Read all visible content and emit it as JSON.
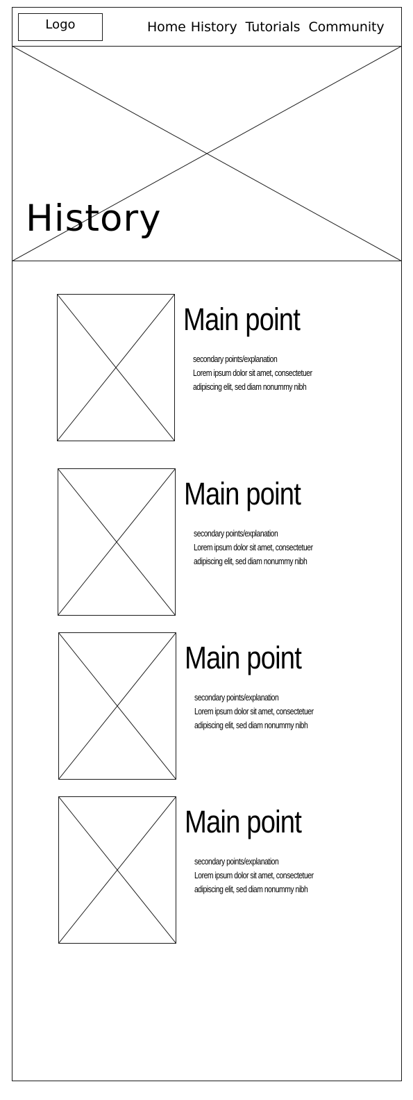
{
  "header": {
    "logo_label": "Logo",
    "nav": [
      {
        "label": "Home"
      },
      {
        "label": "History"
      },
      {
        "label": "Tutorials"
      },
      {
        "label": "Community"
      }
    ]
  },
  "hero": {
    "title": "History"
  },
  "points": [
    {
      "title": "Main point",
      "subtitle": "secondary points/explanation",
      "lines": [
        "Lorem ipsum dolor sit amet, consectetuer",
        "adipiscing elit, sed diam nonummy nibh"
      ]
    },
    {
      "title": "Main point",
      "subtitle": "secondary points/explanation",
      "lines": [
        "Lorem ipsum dolor sit amet, consectetuer",
        "adipiscing elit, sed diam nonummy nibh"
      ]
    },
    {
      "title": "Main point",
      "subtitle": "secondary points/explanation",
      "lines": [
        "Lorem ipsum dolor sit amet, consectetuer",
        "adipiscing elit, sed diam nonummy nibh"
      ]
    },
    {
      "title": "Main point",
      "subtitle": "secondary points/explanation",
      "lines": [
        "Lorem ipsum dolor sit amet, consectetuer",
        "adipiscing elit, sed diam nonummy nibh"
      ]
    }
  ]
}
